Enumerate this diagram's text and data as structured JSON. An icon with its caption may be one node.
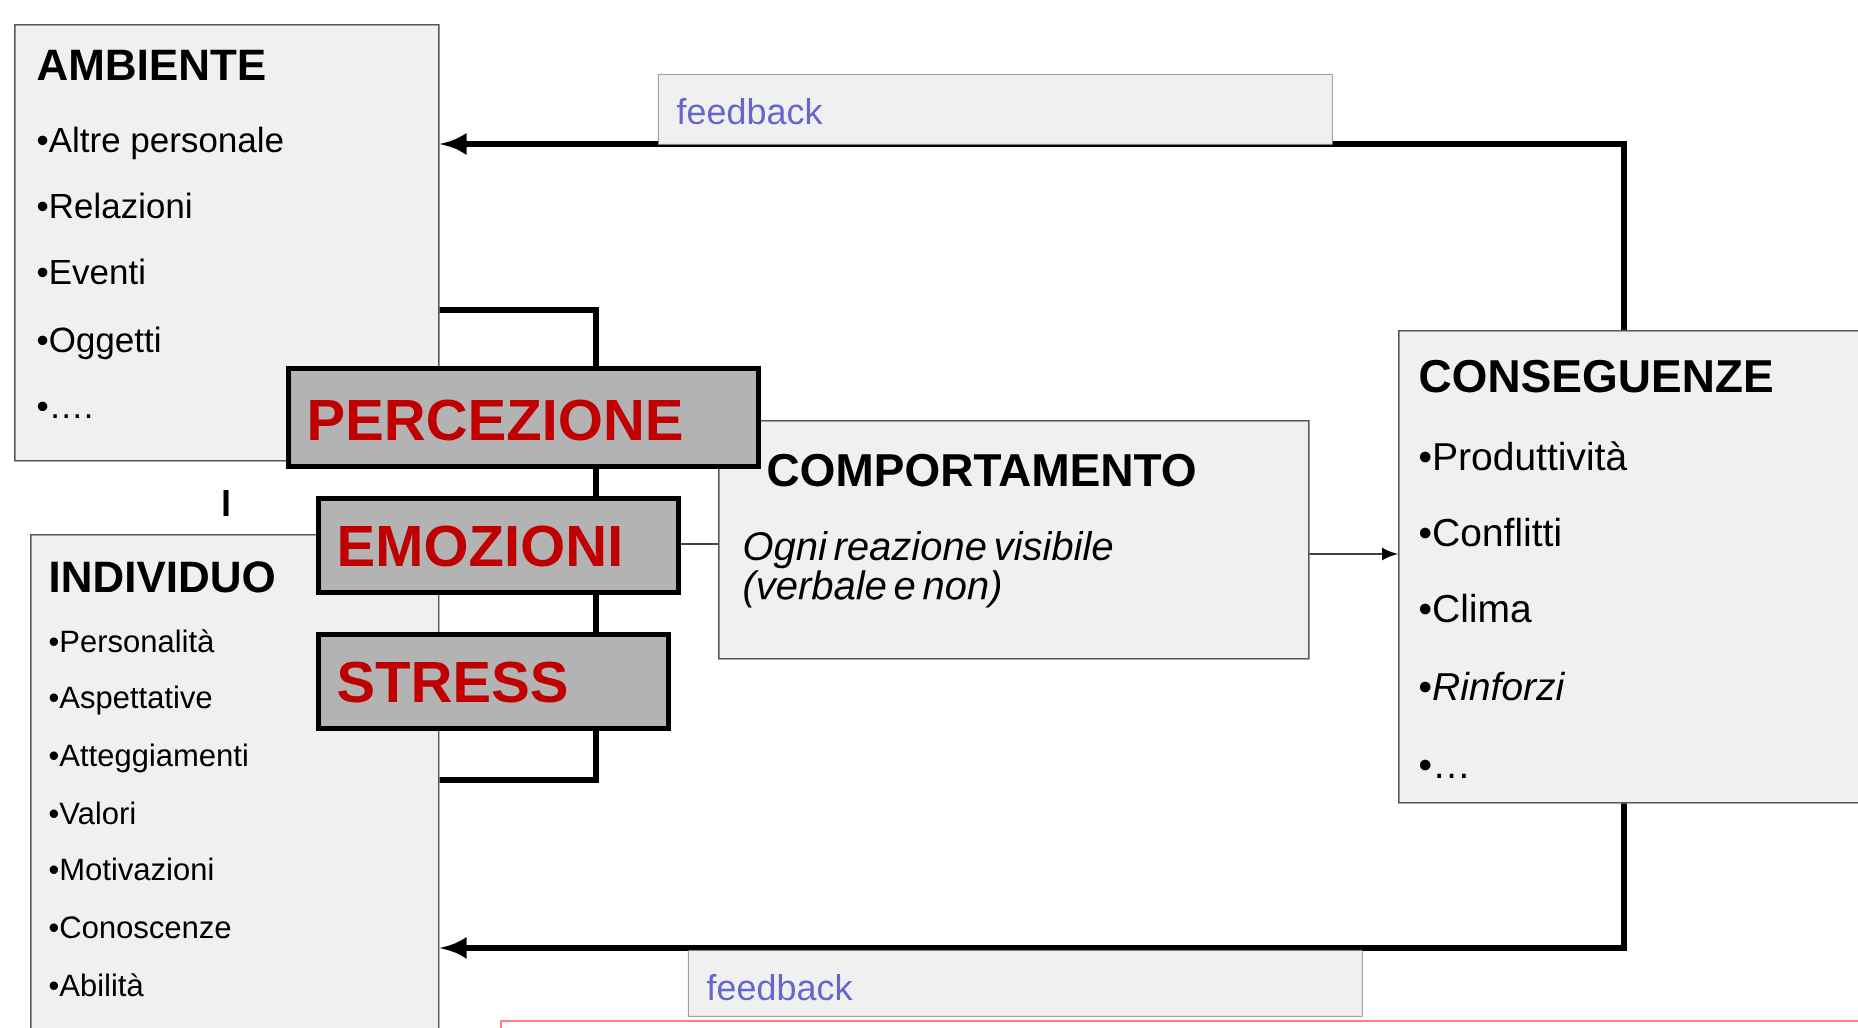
{
  "diagram": {
    "nodes": [
      {
        "text": [
          "AMBIENTE",
          "•Altre personale",
          "•Relazioni",
          "•Eventi",
          "•Oggetti",
          "•…."
        ]
      },
      {
        "text": [
          "PERCEZIONE"
        ]
      },
      {
        "text": [
          "EMOZIONI"
        ]
      },
      {
        "text": [
          "STRESS"
        ]
      },
      {
        "text": [
          "INDIVIDUO",
          "•Personalità",
          "•Aspettative",
          "•Atteggiamenti",
          "•Valori",
          "•Motivazioni",
          "•Conoscenze",
          "•Abilità"
        ]
      },
      {
        "text": [
          "COMPORTAMENTO",
          "Ogni reazione visibile (verbale e non)"
        ]
      },
      {
        "text": [
          "CONSEGUENZE",
          "•Produttività",
          "•Conflitti",
          "•Clima",
          "•*Rinforzi*",
          "•…"
        ]
      },
      {
        "text": [],
        "shape": "box"
      }
    ],
    "edges": [
      {
        "from": 6,
        "to": 0,
        "arrow": "to",
        "label": "feedback"
      },
      {
        "from": 6,
        "to": 4,
        "arrow": "to",
        "label": "feedback"
      },
      {
        "from": 0,
        "to": 1,
        "arrow": "none"
      },
      {
        "from": 1,
        "to": 2,
        "arrow": "none"
      },
      {
        "from": 2,
        "to": 3,
        "arrow": "none"
      },
      {
        "from": 3,
        "to": 4,
        "arrow": "none"
      },
      {
        "from": 2,
        "to": 5,
        "arrow": "none"
      },
      {
        "from": 5,
        "to": 6,
        "arrow": "to"
      }
    ]
  }
}
